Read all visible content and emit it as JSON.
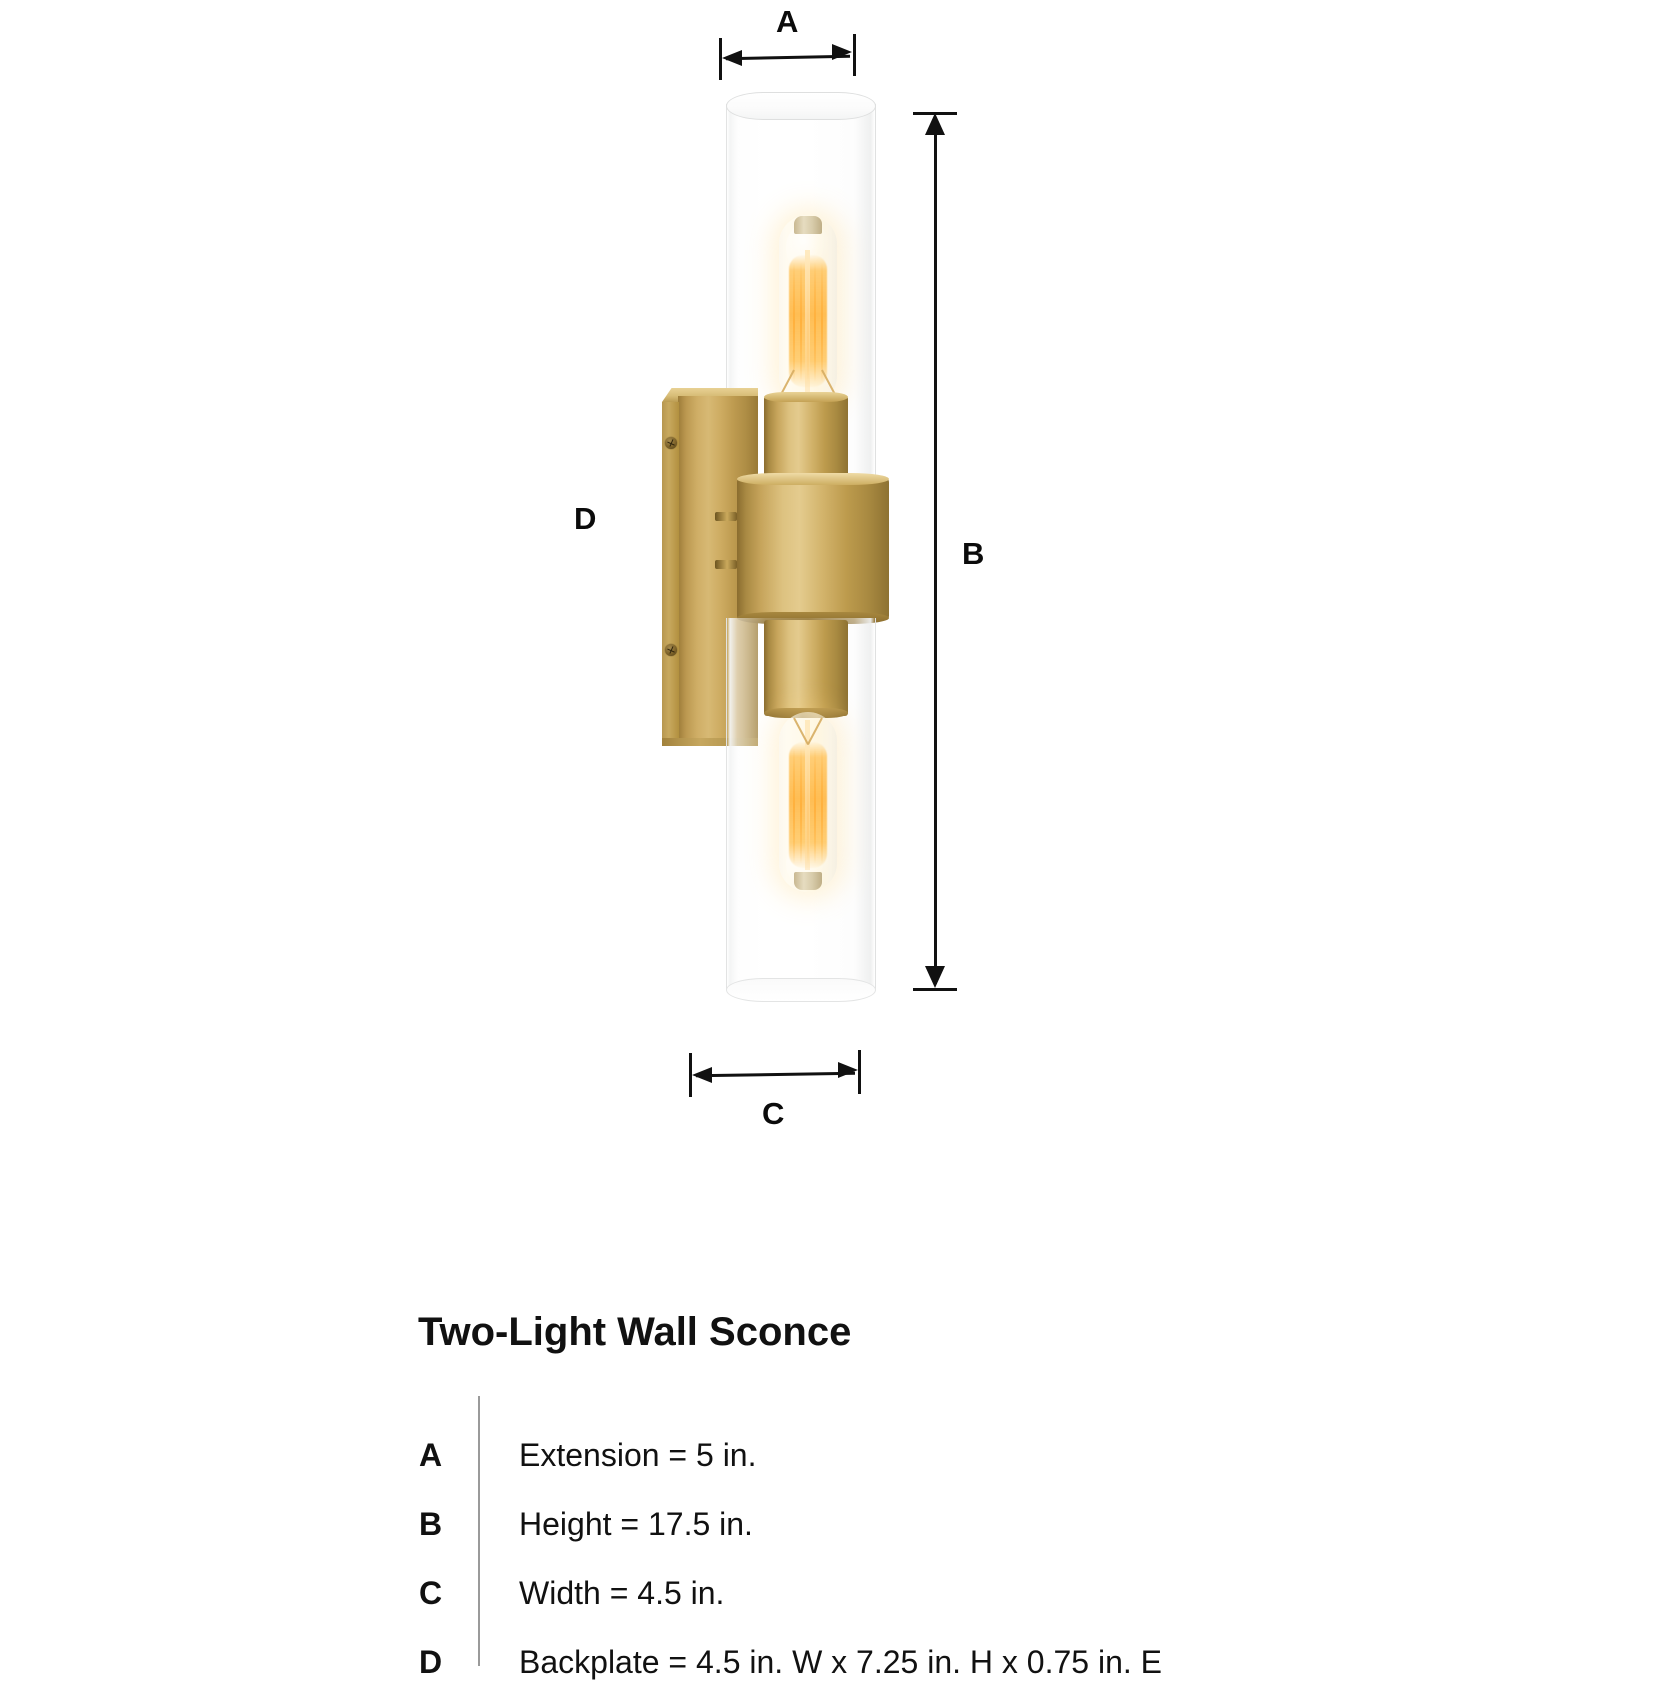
{
  "product": {
    "title": "Two-Light Wall Sconce",
    "finish_color": "#c9a95c",
    "glass_type": "clear-cylinder-glass",
    "bulb_glow_color": "#ffba4c",
    "parts": {
      "backplate": "brass-backplate",
      "center_band": "brass-center-band",
      "upper_socket": "brass-upper-socket",
      "lower_socket": "brass-lower-socket",
      "upper_shade": "clear-glass-cylinder-upper",
      "lower_shade": "clear-glass-cylinder-lower",
      "upper_bulb": "edison-tube-bulb-upper",
      "lower_bulb": "edison-tube-bulb-lower",
      "screw_top": "mounting-screw-top",
      "screw_bottom": "mounting-screw-bottom"
    }
  },
  "callouts": {
    "a": "A",
    "b": "B",
    "c": "C",
    "d": "D"
  },
  "specs": {
    "rows": [
      {
        "key": "A",
        "value": "Extension = 5 in."
      },
      {
        "key": "B",
        "value": "Height = 17.5 in."
      },
      {
        "key": "C",
        "value": "Width = 4.5 in."
      },
      {
        "key": "D",
        "value": "Backplate = 4.5 in. W x 7.25 in. H x 0.75 in. E"
      }
    ]
  },
  "dimensions": {
    "extension_in": 5,
    "height_in": 17.5,
    "width_in": 4.5,
    "backplate_width_in": 4.5,
    "backplate_height_in": 7.25,
    "backplate_extension_in": 0.75
  }
}
